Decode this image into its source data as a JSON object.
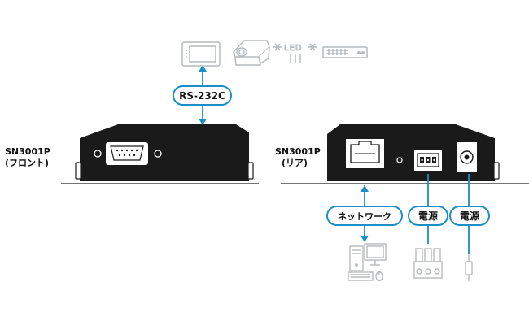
{
  "devices": {
    "front": {
      "model": "SN3001P",
      "side": "(フロント)"
    },
    "rear": {
      "model": "SN3001P",
      "side": "(リア)"
    }
  },
  "connections": {
    "serial": {
      "label": "RS-232C"
    },
    "network": {
      "label": "ネットワーク"
    },
    "power_terminal": {
      "label": "電源"
    },
    "power_dc": {
      "label": "電源"
    }
  },
  "peripherals": {
    "led_sign_text": "LED"
  },
  "colors": {
    "accent": "#1a8fc7",
    "device": "#1a1a1a",
    "peripheral_gray": "#b6babd"
  }
}
